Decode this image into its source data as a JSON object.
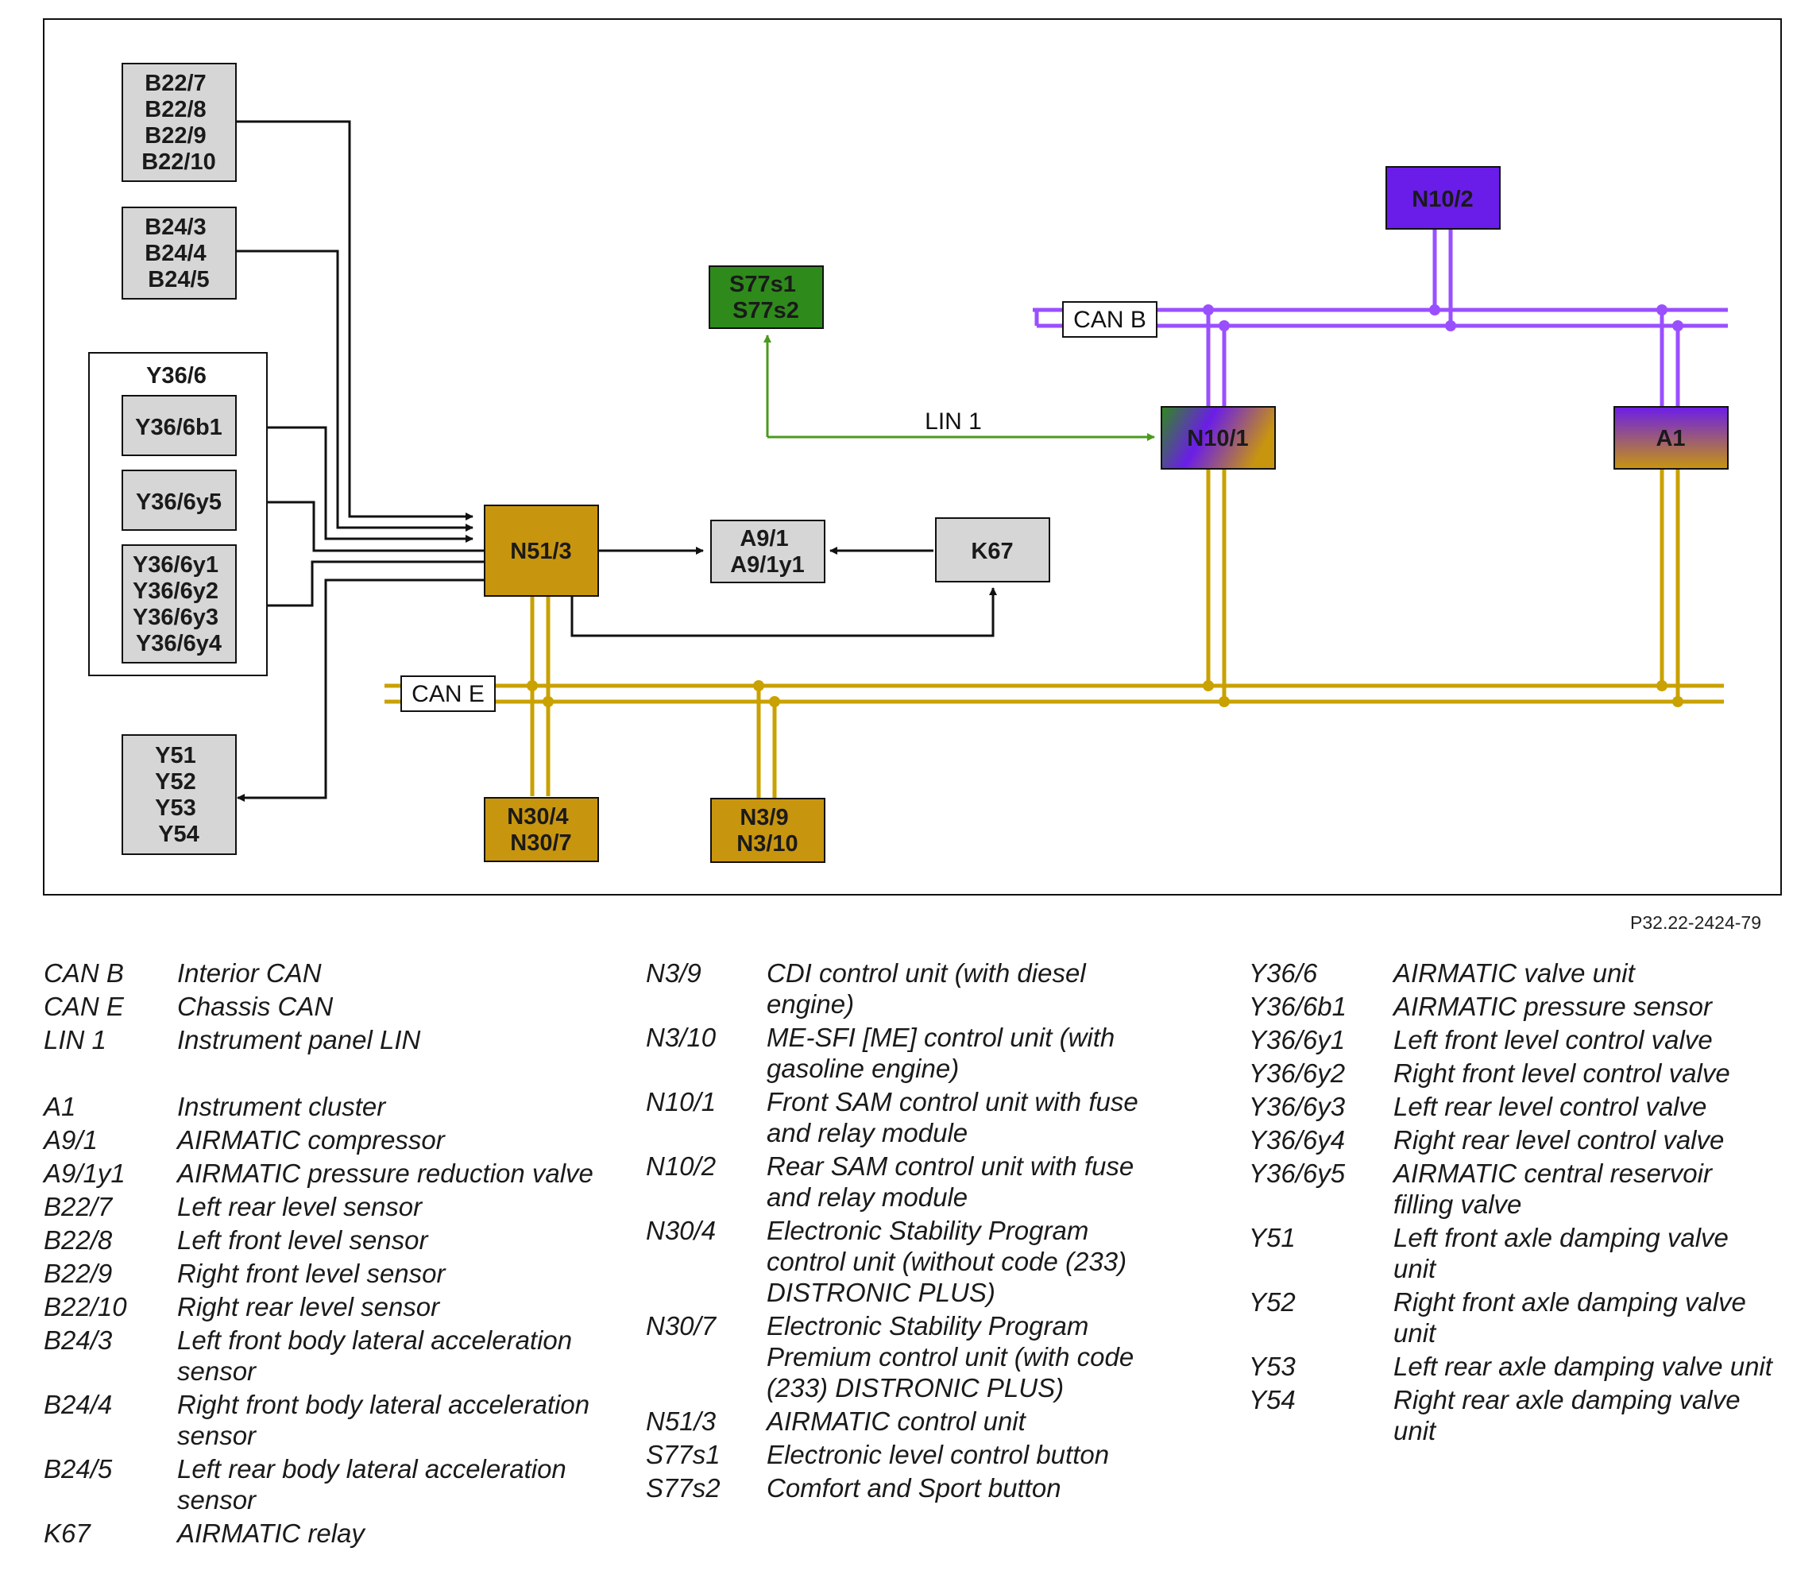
{
  "diagram": {
    "nodes": {
      "b22": [
        "B22/7",
        "B22/8",
        "B22/9",
        "B22/10"
      ],
      "b24": [
        "B24/3",
        "B24/4",
        "B24/5"
      ],
      "y36_6": "Y36/6",
      "y36_6b1": "Y36/6b1",
      "y36_6y5": "Y36/6y5",
      "y36_6y1_4": [
        "Y36/6y1",
        "Y36/6y2",
        "Y36/6y3",
        "Y36/6y4"
      ],
      "y51_54": [
        "Y51",
        "Y52",
        "Y53",
        "Y54"
      ],
      "n51_3": "N51/3",
      "a9": [
        "A9/1",
        "A9/1y1"
      ],
      "k67": "K67",
      "s77": [
        "S77s1",
        "S77s2"
      ],
      "n10_1": "N10/1",
      "n10_2": "N10/2",
      "a1": "A1",
      "n30": [
        "N30/4",
        "N30/7"
      ],
      "n3": [
        "N3/9",
        "N3/10"
      ]
    },
    "buses": {
      "can_b": "CAN B",
      "can_e": "CAN E",
      "lin1": "LIN 1"
    },
    "colors": {
      "can_b": "#9a4fff",
      "can_e": "#c9a100",
      "lin": "#4a9a1c",
      "gray_box": "#d6d6d6",
      "yellow_box": "#c8950f",
      "green_box": "#2f8a1c",
      "purple_box": "#6a1de8"
    }
  },
  "figure_id": "P32.22-2424-79",
  "legend": {
    "col1": [
      {
        "code": "CAN B",
        "desc": "Interior CAN"
      },
      {
        "code": "CAN E",
        "desc": "Chassis CAN"
      },
      {
        "code": "LIN 1",
        "desc": "Instrument panel LIN"
      },
      {
        "code": "A1",
        "desc": "Instrument cluster"
      },
      {
        "code": "A9/1",
        "desc": "AIRMATIC compressor"
      },
      {
        "code": "A9/1y1",
        "desc": "AIRMATIC pressure reduction valve"
      },
      {
        "code": "B22/7",
        "desc": "Left rear level sensor"
      },
      {
        "code": "B22/8",
        "desc": "Left front level sensor"
      },
      {
        "code": "B22/9",
        "desc": "Right front level sensor"
      },
      {
        "code": "B22/10",
        "desc": "Right rear level sensor"
      },
      {
        "code": "B24/3",
        "desc": "Left front body lateral acceleration sensor"
      },
      {
        "code": "B24/4",
        "desc": "Right front body lateral acceleration sensor"
      },
      {
        "code": "B24/5",
        "desc": "Left rear body lateral acceleration sensor"
      },
      {
        "code": "K67",
        "desc": "AIRMATIC relay"
      }
    ],
    "col2": [
      {
        "code": "N3/9",
        "desc": "CDI control unit (with diesel engine)"
      },
      {
        "code": "N3/10",
        "desc": "ME-SFI [ME] control unit (with gasoline engine)"
      },
      {
        "code": "N10/1",
        "desc": "Front SAM control unit with fuse and relay module"
      },
      {
        "code": "N10/2",
        "desc": "Rear SAM control unit with fuse and relay module"
      },
      {
        "code": "N30/4",
        "desc": "Electronic Stability Program control unit (without code (233) DISTRONIC PLUS)"
      },
      {
        "code": "N30/7",
        "desc": "Electronic Stability Program Premium control unit (with code (233) DISTRONIC PLUS)"
      },
      {
        "code": "N51/3",
        "desc": "AIRMATIC control unit"
      },
      {
        "code": "S77s1",
        "desc": "Electronic level control button"
      },
      {
        "code": "S77s2",
        "desc": "Comfort and Sport button"
      }
    ],
    "col3": [
      {
        "code": "Y36/6",
        "desc": "AIRMATIC valve unit"
      },
      {
        "code": "Y36/6b1",
        "desc": "AIRMATIC pressure sensor"
      },
      {
        "code": "Y36/6y1",
        "desc": "Left front level control valve"
      },
      {
        "code": "Y36/6y2",
        "desc": "Right front level control valve"
      },
      {
        "code": "Y36/6y3",
        "desc": "Left rear level control valve"
      },
      {
        "code": "Y36/6y4",
        "desc": "Right rear level control valve"
      },
      {
        "code": "Y36/6y5",
        "desc": "AIRMATIC central reservoir filling valve"
      },
      {
        "code": "Y51",
        "desc": "Left front axle damping valve unit"
      },
      {
        "code": "Y52",
        "desc": "Right front axle damping valve unit"
      },
      {
        "code": "Y53",
        "desc": "Left rear axle damping valve unit"
      },
      {
        "code": "Y54",
        "desc": "Right rear axle damping valve unit"
      }
    ]
  }
}
